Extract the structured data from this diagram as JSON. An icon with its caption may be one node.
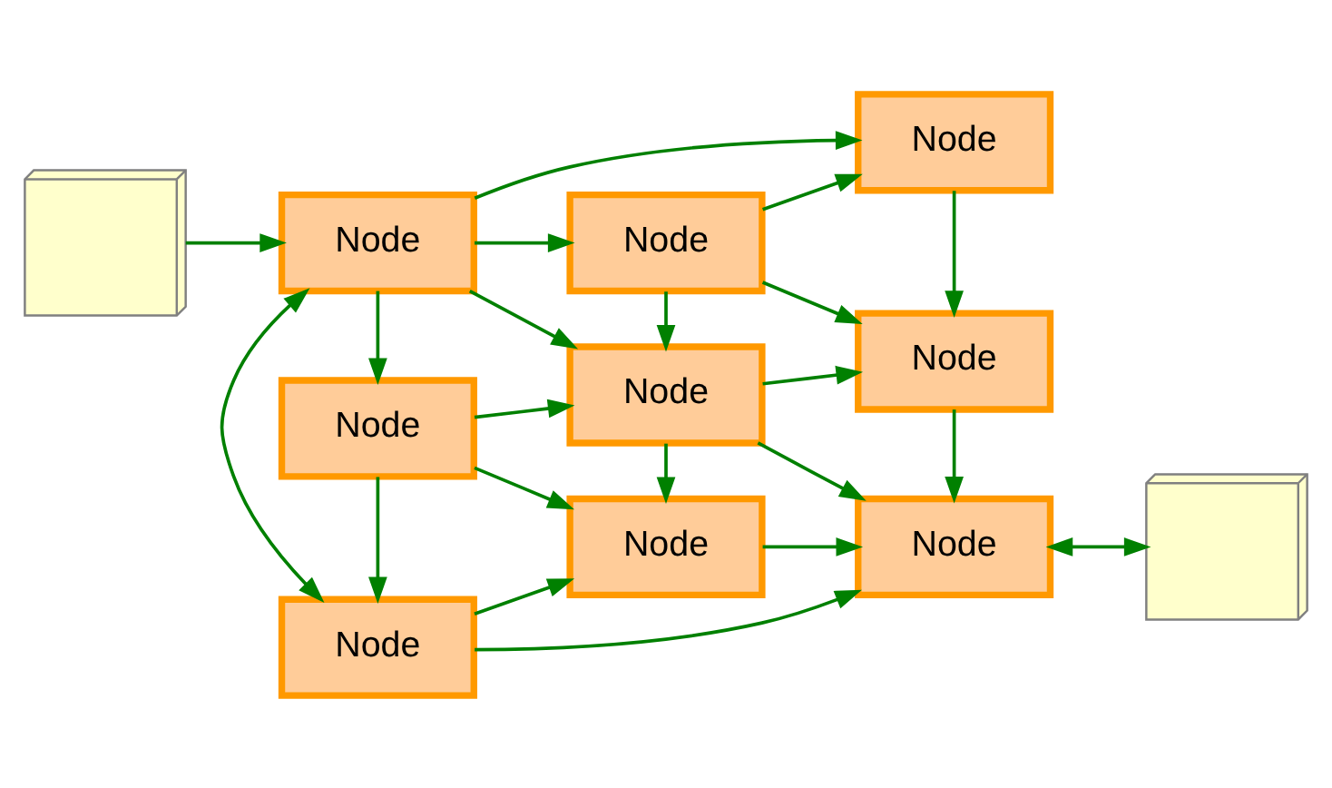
{
  "diagram": {
    "nodes": [
      {
        "text": [],
        "shape": "picture"
      },
      {
        "text": [
          "Node"
        ]
      },
      {
        "text": [
          "Node"
        ]
      },
      {
        "text": [
          "Node"
        ]
      },
      {
        "text": [
          "Node"
        ]
      },
      {
        "text": [
          "Node"
        ]
      },
      {
        "text": [
          "Node"
        ]
      },
      {
        "text": [
          "Node"
        ]
      },
      {
        "text": [
          "Node"
        ]
      },
      {
        "text": [
          "Node"
        ]
      },
      {
        "text": [],
        "shape": "picture"
      }
    ],
    "edges": [
      {
        "from": 0,
        "to": 1,
        "arrow": "to"
      },
      {
        "from": 1,
        "to": 3,
        "arrow": "both"
      },
      {
        "from": 1,
        "to": 7,
        "arrow": "to"
      },
      {
        "from": 1,
        "to": 2,
        "arrow": "to"
      },
      {
        "from": 2,
        "to": 3,
        "arrow": "to"
      },
      {
        "from": 1,
        "to": 4,
        "arrow": "to"
      },
      {
        "from": 1,
        "to": 5,
        "arrow": "to"
      },
      {
        "from": 2,
        "to": 5,
        "arrow": "to"
      },
      {
        "from": 2,
        "to": 6,
        "arrow": "to"
      },
      {
        "from": 3,
        "to": 6,
        "arrow": "to"
      },
      {
        "from": 3,
        "to": 9,
        "arrow": "to"
      },
      {
        "from": 4,
        "to": 5,
        "arrow": "to"
      },
      {
        "from": 5,
        "to": 6,
        "arrow": "to"
      },
      {
        "from": 4,
        "to": 7,
        "arrow": "to"
      },
      {
        "from": 4,
        "to": 8,
        "arrow": "to"
      },
      {
        "from": 5,
        "to": 8,
        "arrow": "to"
      },
      {
        "from": 5,
        "to": 9,
        "arrow": "to"
      },
      {
        "from": 6,
        "to": 9,
        "arrow": "to"
      },
      {
        "from": 7,
        "to": 8,
        "arrow": "to"
      },
      {
        "from": 8,
        "to": 9,
        "arrow": "to"
      },
      {
        "from": 9,
        "to": 10,
        "arrow": "both"
      }
    ]
  }
}
